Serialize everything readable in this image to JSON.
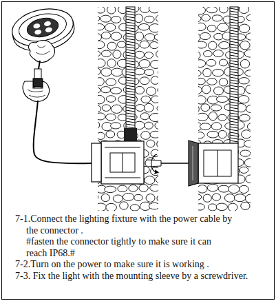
{
  "diagram": {
    "labels": [
      "7-1.Connect the lighting fixture with the power cable by the connector .",
      "#fasten the connector tightly to make sure it can reach IP68.#",
      "7-2.Turn on the power to make sure it is working .",
      "7-3. Fix the light with the mounting sleeve by a screwdriver."
    ]
  }
}
